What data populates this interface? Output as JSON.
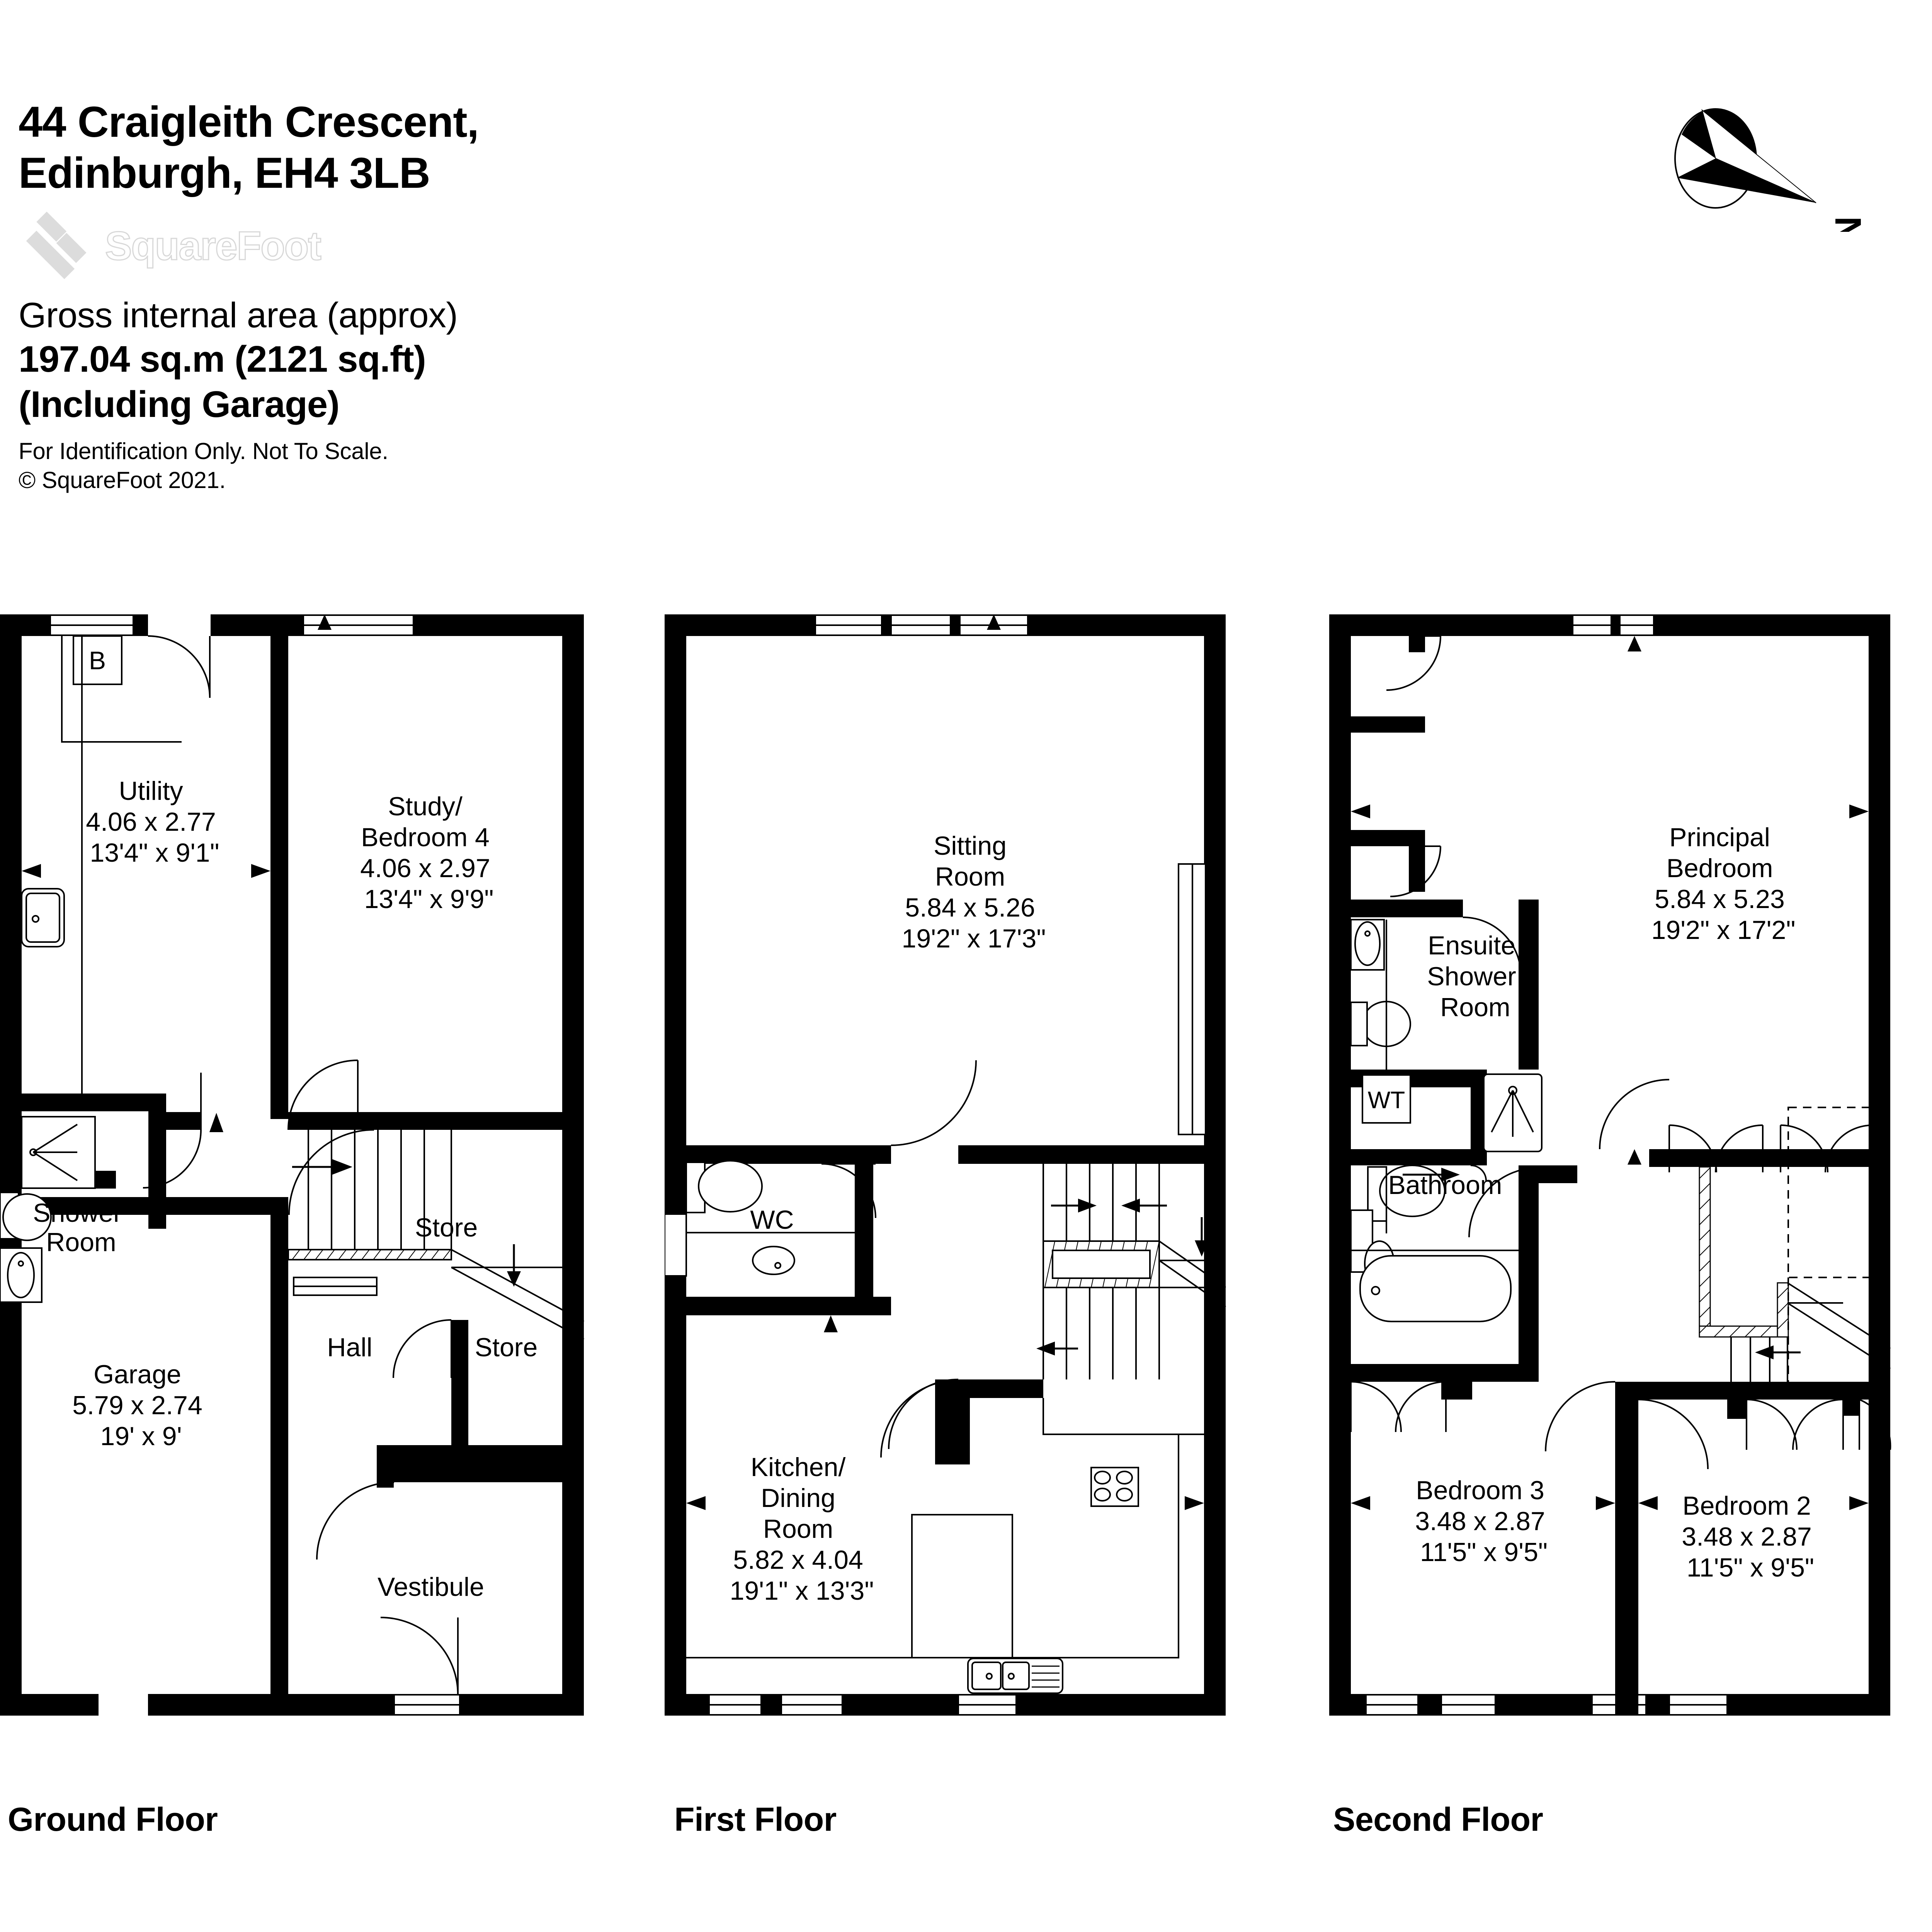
{
  "header": {
    "address": "44 Craigleith Crescent,\nEdinburgh, EH4 3LB",
    "brand_name": "SquareFoot",
    "gia_label": "Gross internal area (approx)",
    "gia_value": "197.04 sq.m (2121 sq.ft)\n(Including Garage)",
    "disclaimer": "For Identification Only. Not To Scale.\n© SquareFoot 2021."
  },
  "compass": {
    "north_letter": "N"
  },
  "floors": [
    {
      "id": "ground",
      "label": "Ground Floor",
      "rooms": [
        {
          "name": "Utility",
          "lines": [
            "Utility",
            "4.06 x 2.77",
            "13'4\" x 9'1\""
          ]
        },
        {
          "name": "Study/Bedroom 4",
          "lines": [
            "Study/",
            "Bedroom 4",
            "4.06 x 2.97",
            "13'4\" x 9'9\""
          ]
        },
        {
          "name": "Shower Room",
          "lines": [
            "Shower",
            "Room"
          ]
        },
        {
          "name": "Store Upper",
          "lines": [
            "Store"
          ]
        },
        {
          "name": "Hall",
          "lines": [
            "Hall"
          ]
        },
        {
          "name": "Store Lower",
          "lines": [
            "Store"
          ]
        },
        {
          "name": "Garage",
          "lines": [
            "Garage",
            "5.79 x 2.74",
            "19' x 9'"
          ]
        },
        {
          "name": "Vestibule",
          "lines": [
            "Vestibule"
          ]
        },
        {
          "name": "Boiler",
          "lines": [
            "B"
          ]
        }
      ]
    },
    {
      "id": "first",
      "label": "First Floor",
      "rooms": [
        {
          "name": "Sitting Room",
          "lines": [
            "Sitting",
            "Room",
            "5.84 x 5.26",
            "19'2\" x 17'3\""
          ]
        },
        {
          "name": "WC",
          "lines": [
            "WC"
          ]
        },
        {
          "name": "Kitchen/Dining Room",
          "lines": [
            "Kitchen/",
            "Dining",
            "Room",
            "5.82 x 4.04",
            "19'1\" x 13'3\""
          ]
        }
      ]
    },
    {
      "id": "second",
      "label": "Second Floor",
      "rooms": [
        {
          "name": "Principal Bedroom",
          "lines": [
            "Principal",
            "Bedroom",
            "5.84 x 5.23",
            "19'2\" x 17'2\""
          ]
        },
        {
          "name": "Ensuite Shower Room",
          "lines": [
            "Ensuite",
            "Shower",
            "Room"
          ]
        },
        {
          "name": "Water Tank",
          "lines": [
            "WT"
          ]
        },
        {
          "name": "Bathroom",
          "lines": [
            "Bathroom"
          ]
        },
        {
          "name": "Bedroom 3",
          "lines": [
            "Bedroom 3",
            "3.48 x 2.87",
            "11'5\" x 9'5\""
          ]
        },
        {
          "name": "Bedroom 2",
          "lines": [
            "Bedroom 2",
            "3.48 x 2.87",
            "11'5\" x 9'5\""
          ]
        }
      ]
    }
  ],
  "colors": {
    "wall": "#000000",
    "background": "#ffffff",
    "logo_grey": "#dcdcdc",
    "thin_line": "#000000"
  }
}
